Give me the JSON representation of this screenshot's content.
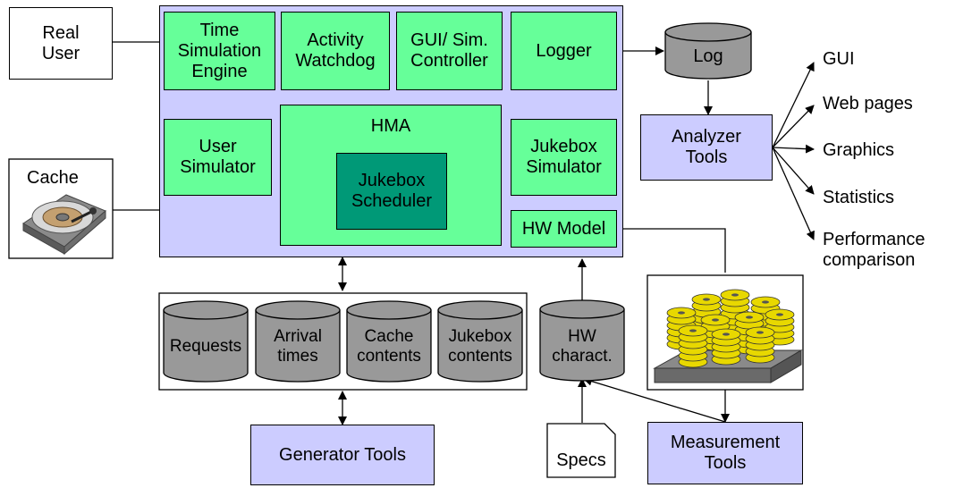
{
  "actors": {
    "real_user": "Real\nUser",
    "cache": "Cache"
  },
  "simulator": {
    "time_engine": "Time\nSimulation\nEngine",
    "watchdog": "Activity\nWatchdog",
    "controller": "GUI/ Sim.\nController",
    "logger": "Logger",
    "user_sim": "User\nSimulator",
    "hma": "HMA",
    "jukebox_scheduler": "Jukebox\nScheduler",
    "jukebox_sim": "Jukebox\nSimulator",
    "hw_model": "HW Model"
  },
  "stores": {
    "log": "Log",
    "requests": "Requests",
    "arrival": "Arrival\ntimes",
    "cache_contents": "Cache\ncontents",
    "jukebox_contents": "Jukebox\ncontents",
    "hw_charact": "HW\ncharact."
  },
  "tools": {
    "analyzer": "Analyzer\nTools",
    "generator": "Generator Tools",
    "measurement": "Measurement\nTools",
    "specs": "Specs"
  },
  "outputs": [
    "GUI",
    "Web pages",
    "Graphics",
    "Statistics",
    "Performance\ncomparison"
  ],
  "colors": {
    "simulator_bg": "#ccccff",
    "module_bg": "#66ff99",
    "scheduler_bg": "#009977",
    "cylinder": "#999999",
    "disc_gold": "#e8d800"
  }
}
